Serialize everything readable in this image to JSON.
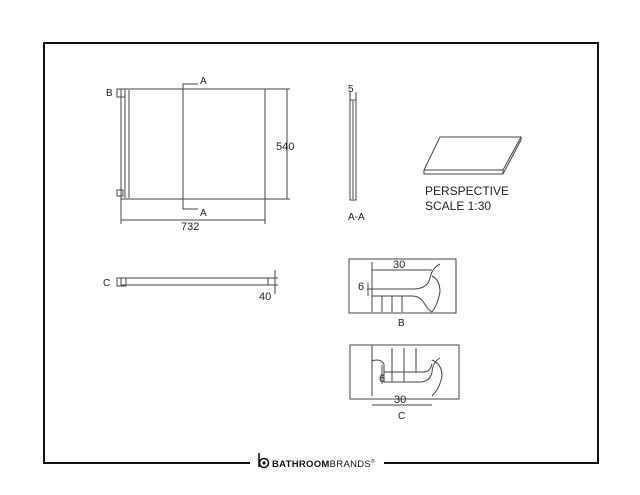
{
  "main_view": {
    "section_mark_top": "A",
    "section_mark_bottom": "A",
    "detail_mark": "B",
    "height_dim": "540",
    "width_dim": "732"
  },
  "section_aa": {
    "thickness_dim": "5",
    "caption": "A-A"
  },
  "perspective": {
    "title": "PERSPECTIVE",
    "scale": "SCALE 1:30"
  },
  "side_view": {
    "detail_mark": "C",
    "depth_dim": "40"
  },
  "detail_b": {
    "width_dim": "30",
    "depth_dim": "6",
    "caption": "B"
  },
  "detail_c": {
    "width_dim": "30",
    "depth_dim": "6",
    "caption": "C"
  },
  "footer": {
    "brand_bold": "BATHROOM",
    "brand_light": "BRANDS",
    "brand_mark": "®"
  },
  "colors": {
    "line": "#444444",
    "frame": "#111111",
    "text": "#222222"
  }
}
